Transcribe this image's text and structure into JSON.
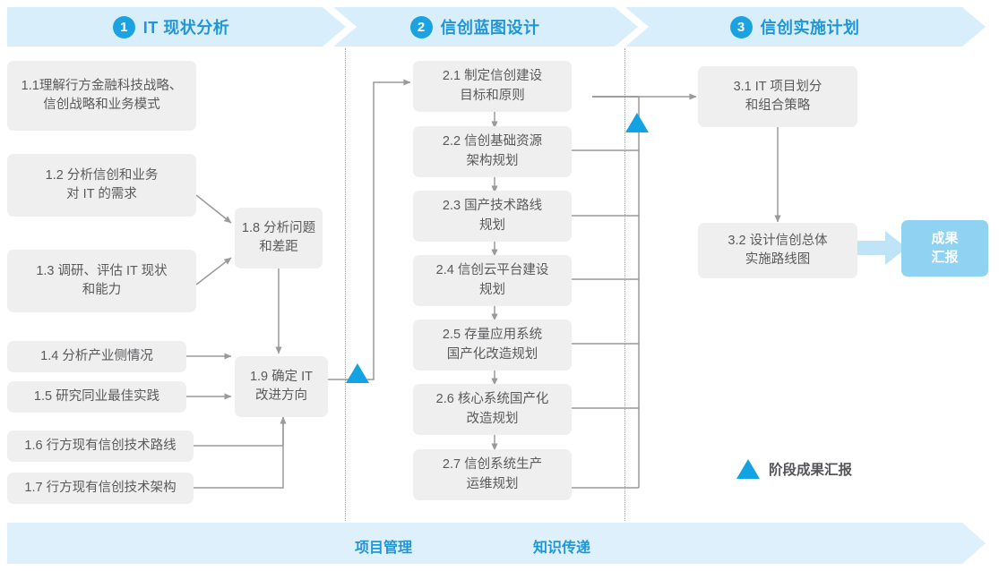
{
  "phases": [
    {
      "number": "1",
      "title": "IT 现状分析"
    },
    {
      "number": "2",
      "title": "信创蓝图设计"
    },
    {
      "number": "3",
      "title": "信创实施计划"
    }
  ],
  "nodes": {
    "n11": "1.1理解行方金融科技战略、\n信创战略和业务模式",
    "n12": "1.2 分析信创和业务\n对 IT 的需求",
    "n13": "1.3 调研、评估 IT 现状\n和能力",
    "n14": "1.4 分析产业侧情况",
    "n15": "1.5 研究同业最佳实践",
    "n16": "1.6 行方现有信创技术路线",
    "n17": "1.7 行方现有信创技术架构",
    "n18": "1.8 分析问题\n和差距",
    "n19": "1.9 确定 IT\n改进方向",
    "n21": "2.1 制定信创建设\n目标和原则",
    "n22": "2.2 信创基础资源\n架构规划",
    "n23": "2.3 国产技术路线\n规划",
    "n24": "2.4 信创云平台建设\n规划",
    "n25": "2.5 存量应用系统\n国产化改造规划",
    "n26": "2.6 核心系统国产化\n改造规划",
    "n27": "2.7 信创系统生产\n运维规划",
    "n31": "3.1 IT 项目划分\n和组合策略",
    "n32": "3.2 设计信创总体\n实施路线图"
  },
  "result": {
    "label": "成果\n汇报"
  },
  "legend": {
    "label": "阶段成果汇报",
    "icon": "blue-triangle"
  },
  "footer": {
    "items": [
      "项目管理",
      "知识传递"
    ]
  },
  "colors": {
    "accent": "#1ca2e0",
    "phase_band": "#d9eefb",
    "node_fill": "#efefef",
    "node_text": "#5a5a5c",
    "result_fill": "#8fd2f2",
    "connector": "#9a9a9a",
    "divider": "#5bb8e8",
    "footer_band": "#ddf0fb"
  }
}
